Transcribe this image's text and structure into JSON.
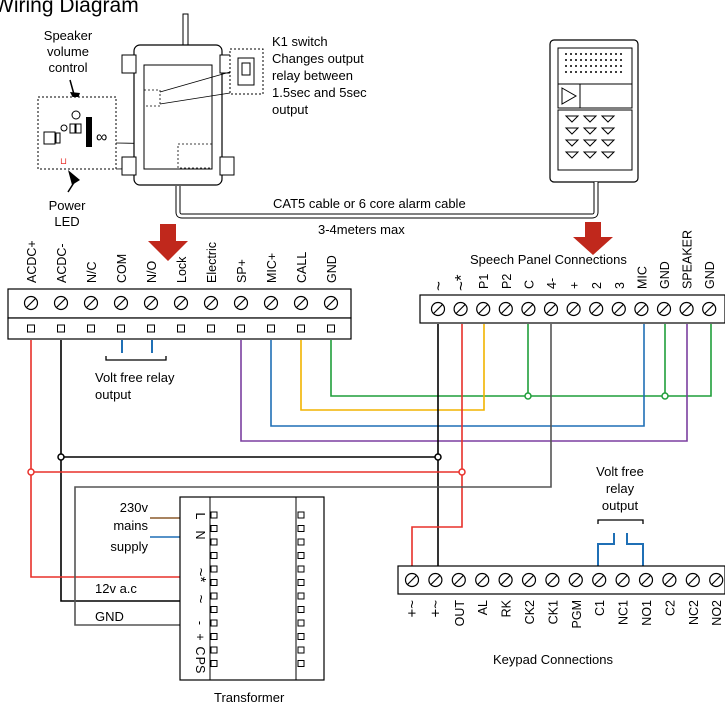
{
  "title": "Wiring Diagram",
  "callouts": {
    "speaker_volume": [
      "Speaker",
      "volume",
      "control"
    ],
    "power_led": [
      "Power",
      "LED"
    ],
    "k1_switch": [
      "K1 switch",
      "Changes output",
      "relay between",
      "1.5sec and 5sec",
      "output"
    ],
    "cable": "CAT5 cable or 6 core alarm cable",
    "cable_length": "3-4meters max",
    "speech_panel_heading": "Speech Panel Connections",
    "relay_left": [
      "Volt free relay",
      "output"
    ],
    "relay_right": [
      "Volt free",
      "relay",
      "output"
    ],
    "keypad_heading": "Keypad Connections",
    "transformer": "Transformer",
    "mains": [
      "230v",
      "mains",
      "supply"
    ],
    "ac12": "12v a.c",
    "gnd_wire": "GND"
  },
  "main_unit_terminals": [
    "ACDC+",
    "ACDC-",
    "N/C",
    "COM",
    "N/O",
    "Lock",
    "Electric",
    "SP+",
    "MIC+",
    "CALL",
    "GND"
  ],
  "speech_panel_terminals": [
    "~",
    "~*",
    "P1",
    "P2",
    "C",
    "4-",
    "+",
    "2",
    "3",
    "MIC",
    "GND",
    "SPEAKER",
    "GND"
  ],
  "keypad_terminals": [
    "+~",
    "+~",
    "OUT",
    "AL",
    "RK",
    "CK2",
    "CK1",
    "PGM",
    "C1",
    "NC1",
    "NO1",
    "C2",
    "NC2",
    "NO2"
  ],
  "transformer_terminals": [
    "L",
    "N",
    "~*",
    "~",
    "-",
    "+",
    "C",
    "PS"
  ],
  "wire_colors": {
    "red": "#e8302a",
    "black": "#000000",
    "gray": "#555555",
    "purple": "#7b3fa0",
    "blue": "#1f6fb5",
    "yellow": "#f2b400",
    "green": "#1f9e3a",
    "brown": "#8b5a2b",
    "arrow": "#c0281c"
  }
}
